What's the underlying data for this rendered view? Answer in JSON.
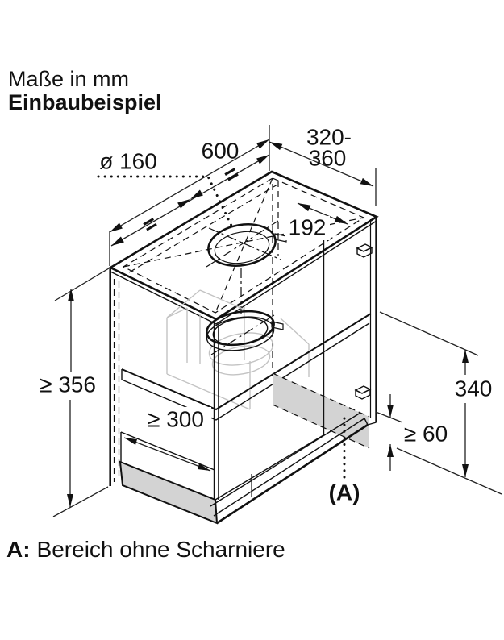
{
  "header": {
    "units_note": "Maße in mm",
    "title": "Einbaubeispiel"
  },
  "legend": {
    "key": "A:",
    "text": "Bereich ohne Scharniere"
  },
  "dimensions": {
    "hole_diameter": "ø 160",
    "cabinet_width": "600",
    "depth_range_line1": "320-",
    "depth_range_line2": "360",
    "hole_offset": "192",
    "niche_height": "≥ 356",
    "pullout_depth": "≥ 300",
    "hinge_area_height": "340",
    "bottom_clearance": "≥ 60",
    "area_marker": "(A)",
    "equal_mark": "="
  },
  "colors": {
    "line": "#111111",
    "shaded_area": "#d3d3d3",
    "ghost_lines": "#c3c3c3",
    "background": "#ffffff"
  }
}
